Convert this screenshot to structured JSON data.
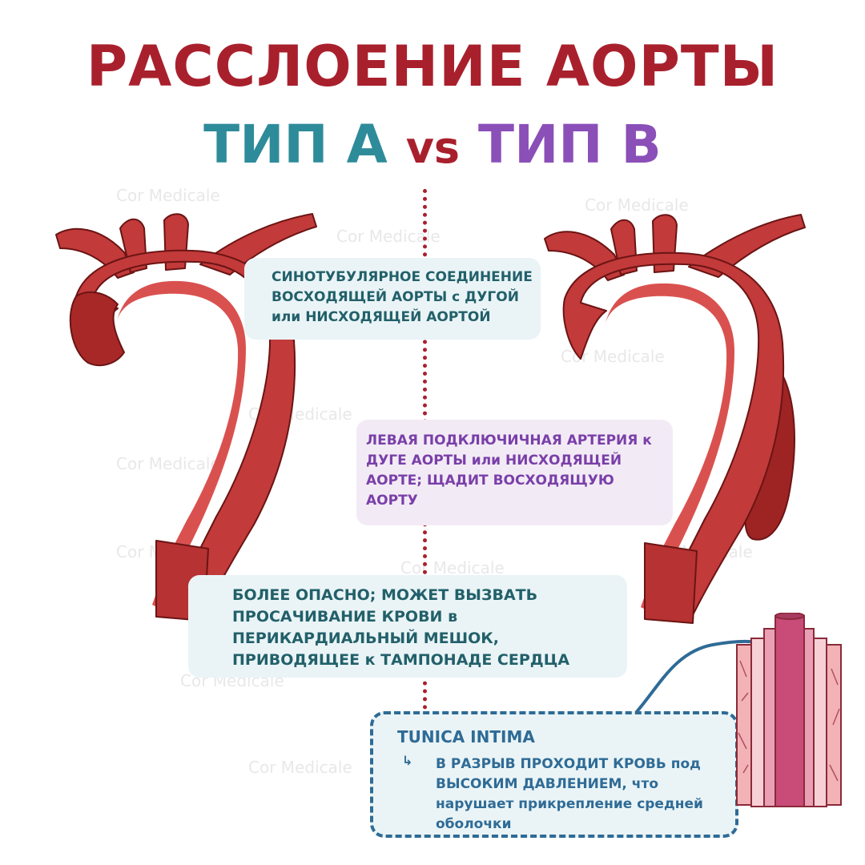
{
  "title": "РАССЛОЕНИЕ АОРТЫ",
  "subtitle": {
    "type_a": "ТИП А",
    "vs": "vs",
    "type_b": "ТИП В"
  },
  "colors": {
    "title": "#a9202d",
    "type_a": "#2e8b9a",
    "type_b": "#8b4fb8",
    "aorta": "#c23a3a",
    "tunica": "#2f6b96"
  },
  "watermark": "Cor Medicale",
  "type_a_notes": {
    "junction": "СИНОТУБУЛЯРНОЕ СОЕДИНЕНИЕ ВОСХОДЯЩЕЙ АОРТЫ с ДУГОЙ или НИСХОДЯЩЕЙ АОРТОЙ",
    "danger": "БОЛЕЕ ОПАСНО; МОЖЕТ ВЫЗВАТЬ ПРОСАЧИВАНИЕ КРОВИ в ПЕРИКАРДИАЛЬНЫЙ МЕШОК, ПРИВОДЯЩЕЕ к ТАМПОНАДЕ СЕРДЦА"
  },
  "type_b_notes": {
    "subclavian": "ЛЕВАЯ ПОДКЛЮЧИЧНАЯ АРТЕРИЯ к ДУГЕ АОРТЫ или НИСХОДЯЩЕЙ АОРТЕ; ЩАДИТ ВОСХОДЯЩУЮ АОРТУ"
  },
  "tunica": {
    "title": "TUNICA INTIMA",
    "arrow": "↳",
    "text": "В РАЗРЫВ ПРОХОДИТ КРОВЬ под ВЫСОКИМ ДАВЛЕНИЕМ, что нарушает прикрепление средней оболочки"
  },
  "icons": {
    "aorta_left": "aorta-type-a-illustration",
    "aorta_right": "aorta-type-b-illustration",
    "vessel": "vessel-layers-illustration"
  }
}
